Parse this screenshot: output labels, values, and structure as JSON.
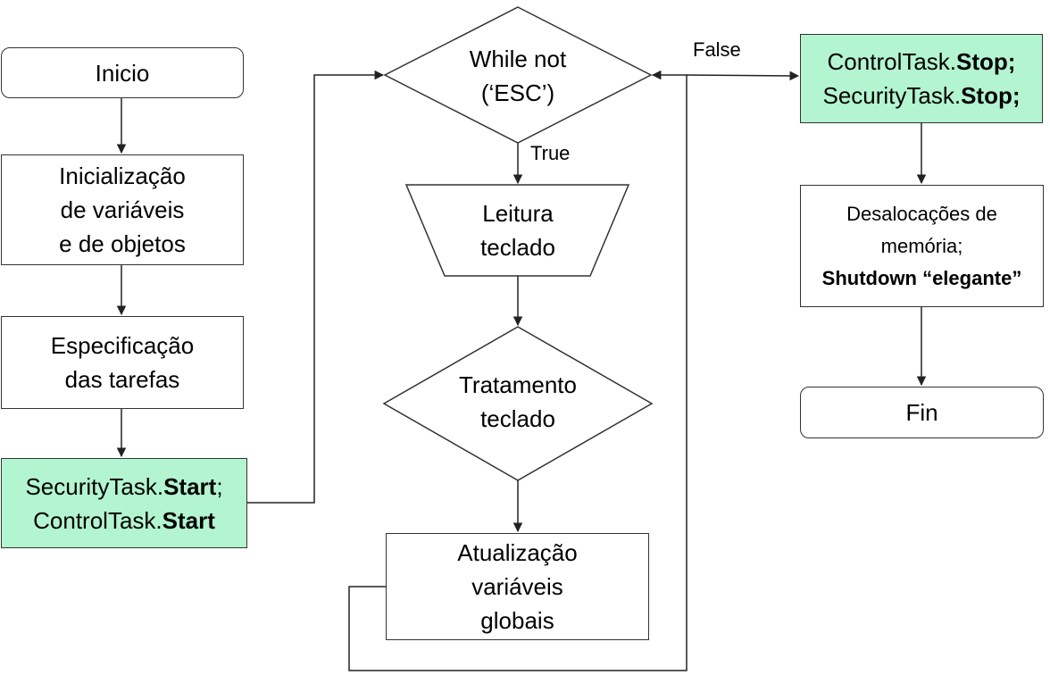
{
  "nodes": {
    "inicio": "Inicio",
    "inicializacao": [
      "Inicialização",
      "de variáveis",
      "e de objetos"
    ],
    "especificacao": [
      "Especificação",
      "das tarefas"
    ],
    "start_tasks": {
      "line1_prefix": "SecurityTask.",
      "line1_bold": "Start",
      "line1_suffix": ";",
      "line2_prefix": "ControlTask.",
      "line2_bold": "Start"
    },
    "while_cond": [
      "While not",
      "(‘ESC’)"
    ],
    "leitura": [
      "Leitura",
      "teclado"
    ],
    "tratamento": [
      "Tratamento",
      "teclado"
    ],
    "atualizacao": [
      "Atualização",
      "variáveis",
      "globais"
    ],
    "stop_tasks": {
      "line1_prefix": "ControlTask.",
      "line1_bold": "Stop;",
      "line2_prefix": "SecurityTask.",
      "line2_bold": "Stop;"
    },
    "desalocacoes": {
      "line1": "Desalocações de",
      "line2": "memória;",
      "line3": "Shutdown “elegante”"
    },
    "fin": "Fin"
  },
  "edge_labels": {
    "false": "False",
    "true": "True"
  },
  "colors": {
    "task_fill": "#b3f5d0",
    "stroke": "#333333"
  }
}
